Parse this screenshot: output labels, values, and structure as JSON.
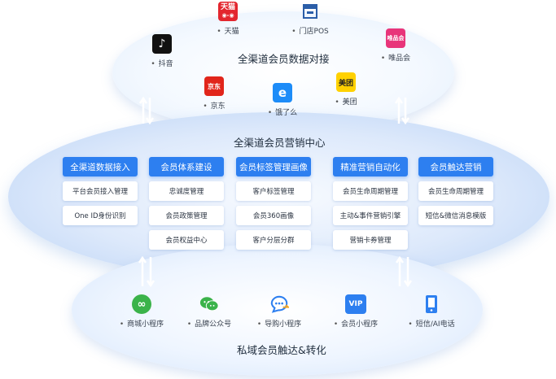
{
  "top": {
    "title": "全渠道会员数据对接",
    "channels": [
      {
        "label": "天猫",
        "icon": "tmall-icon",
        "color": "#e3262e",
        "glyph": "天猫"
      },
      {
        "label": "门店POS",
        "icon": "store-icon",
        "color": "#2b5ea8",
        "glyph": ""
      },
      {
        "label": "抖音",
        "icon": "douyin-icon",
        "color": "#111111",
        "glyph": "♪"
      },
      {
        "label": "唯品会",
        "icon": "vipshop-icon",
        "color": "#e8357a",
        "glyph": "唯品会"
      },
      {
        "label": "京东",
        "icon": "jd-icon",
        "color": "#e1251b",
        "glyph": "京东"
      },
      {
        "label": "饿了么",
        "icon": "eleme-icon",
        "color": "#1d8cf8",
        "glyph": "e"
      },
      {
        "label": "美团",
        "icon": "meituan-icon",
        "color": "#ffd100",
        "glyph": "美团"
      }
    ]
  },
  "middle": {
    "title": "全渠道会员营销中心",
    "columns": [
      {
        "head": "全渠道数据接入",
        "items": [
          "平台会员接入管理",
          "One ID身份识别"
        ]
      },
      {
        "head": "会员体系建设",
        "items": [
          "忠诚度管理",
          "会员政策管理",
          "会员权益中心"
        ]
      },
      {
        "head": "会员标签管理画像",
        "items": [
          "客户标签管理",
          "会员360画像",
          "客户分层分群"
        ]
      },
      {
        "head": "精准营销自动化",
        "items": [
          "会员生命周期管理",
          "主动&事件营销引擎",
          "营销卡券管理"
        ]
      },
      {
        "head": "会员触达营销",
        "items": [
          "会员生命周期管理",
          "短信&微信消息模版"
        ]
      }
    ]
  },
  "bottom": {
    "title": "私域会员触达&转化",
    "channels": [
      {
        "label": "商城小程序",
        "icon": "mini-program-icon",
        "color": "#3bb34a",
        "glyph": "∞"
      },
      {
        "label": "品牌公众号",
        "icon": "wechat-icon",
        "color": "#3bb34a",
        "glyph": "●●"
      },
      {
        "label": "导购小程序",
        "icon": "chat-bubble-icon",
        "color": "#2d7ff0",
        "glyph": "…"
      },
      {
        "label": "会员小程序",
        "icon": "vip-icon",
        "color": "#2d7ff0",
        "glyph": "VIP"
      },
      {
        "label": "短信/AI电话",
        "icon": "phone-icon",
        "color": "#2d7ff0",
        "glyph": "▯"
      }
    ]
  }
}
